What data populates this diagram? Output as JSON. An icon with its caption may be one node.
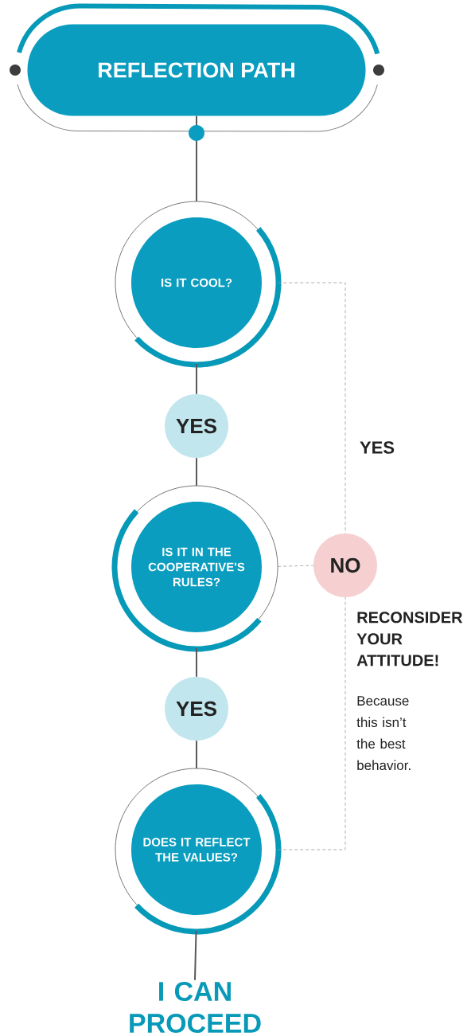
{
  "diagram": {
    "nodes": [
      {
        "text": [
          "REFLECTION PATH"
        ]
      },
      {
        "text": [
          "IS IT COOL?"
        ]
      },
      {
        "text": [
          "YES"
        ]
      },
      {
        "text": [
          "IS IT IN THE COOPERATIVE'S RULES?"
        ]
      },
      {
        "text": [
          "YES"
        ]
      },
      {
        "text": [
          "DOES IT REFLECT THE VALUES?"
        ]
      },
      {
        "text": [
          "I CAN PROCEED"
        ]
      },
      {
        "text": [
          "NO"
        ],
        "beside": [
          "RECONSIDER YOUR ATTITUDE!",
          "Because this isn’t the best behavior."
        ]
      }
    ],
    "edges": [
      {
        "from": 0,
        "to": 1,
        "arrow": "none"
      },
      {
        "from": 1,
        "to": 2,
        "arrow": "none"
      },
      {
        "from": 2,
        "to": 3,
        "arrow": "none"
      },
      {
        "from": 3,
        "to": 4,
        "arrow": "none"
      },
      {
        "from": 4,
        "to": 5,
        "arrow": "none"
      },
      {
        "from": 5,
        "to": 6,
        "arrow": "none"
      },
      {
        "from": 1,
        "to": 7,
        "arrow": "none",
        "label": "YES",
        "style": "dashed",
        "color": "#999999"
      },
      {
        "from": 3,
        "to": 7,
        "arrow": "none",
        "style": "dashed",
        "color": "#999999"
      },
      {
        "from": 5,
        "to": 7,
        "arrow": "none",
        "style": "dashed",
        "color": "#999999"
      }
    ]
  }
}
